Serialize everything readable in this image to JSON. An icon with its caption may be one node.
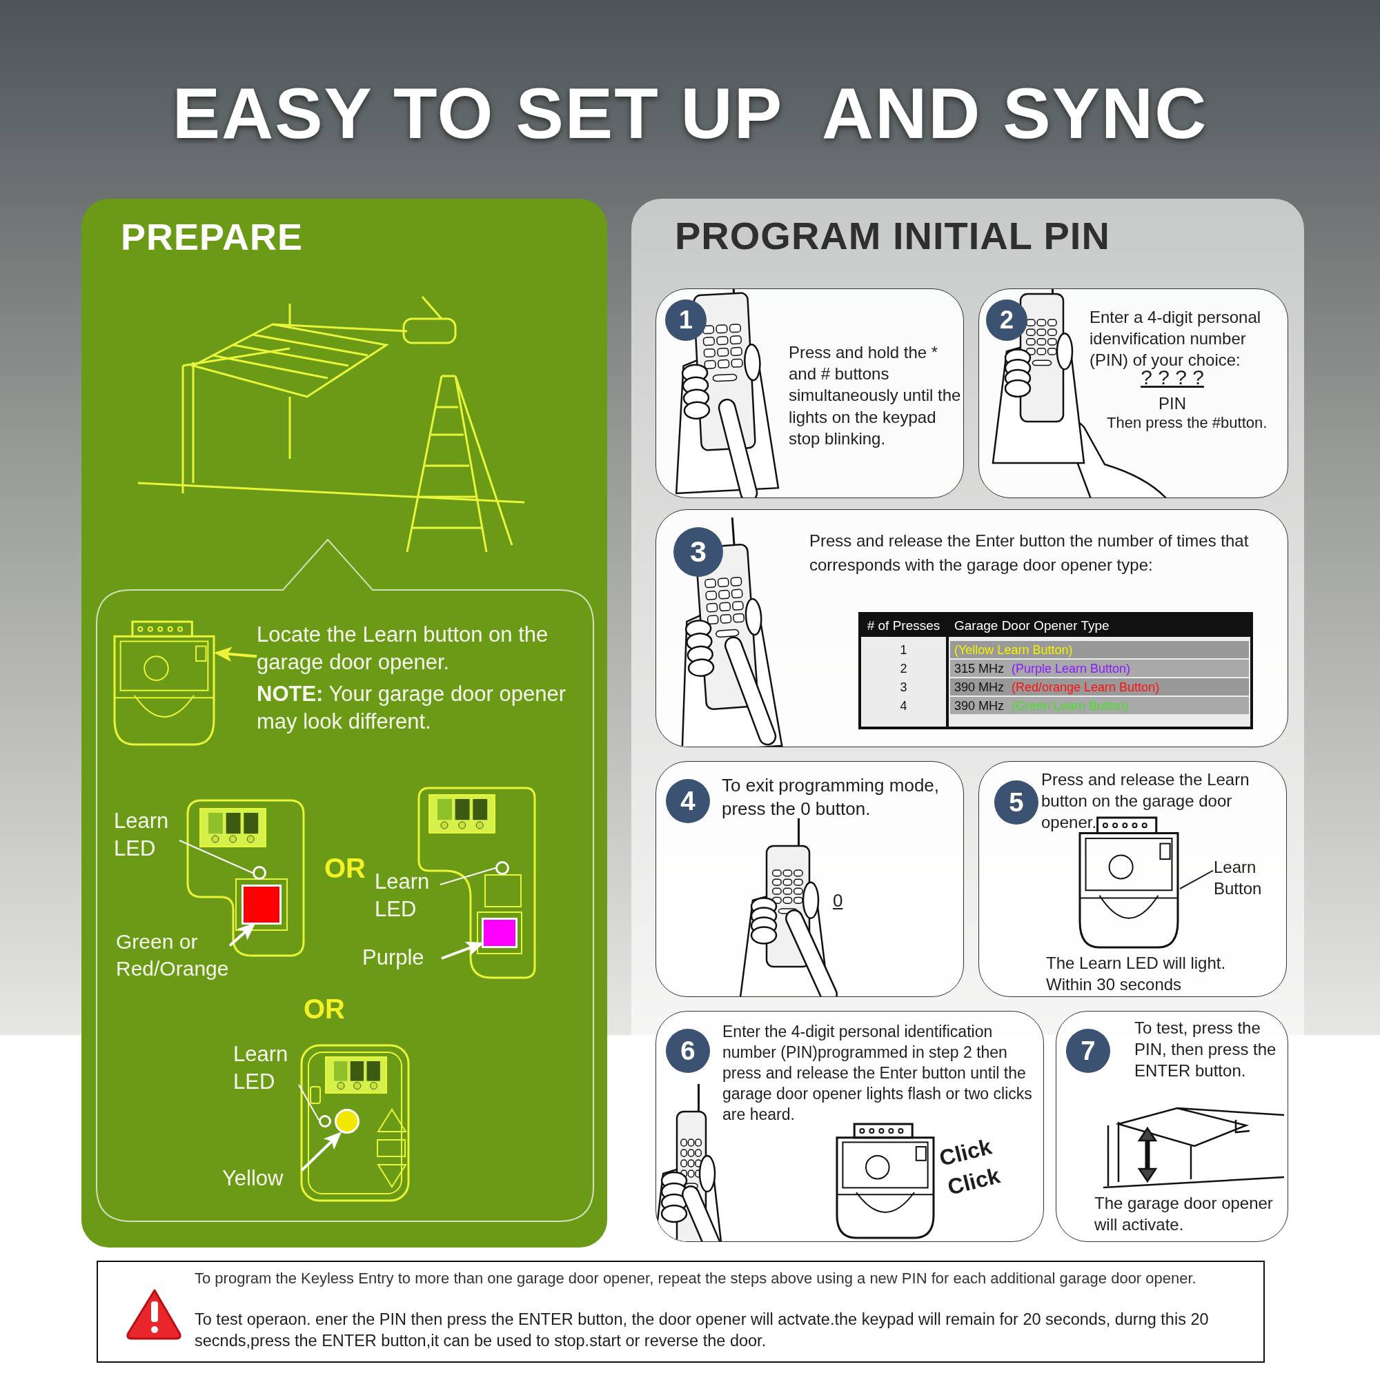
{
  "diagram": {
    "title": "EASY TO SET UP  AND SYNC",
    "nodes": [
      {
        "text": [
          "PREPARE"
        ]
      },
      {
        "text": [],
        "shape": "box",
        "in": 0
      },
      {
        "text": [],
        "shape": "picture",
        "in": 1
      },
      {
        "text": [
          "Locate the Learn button on the garage door opener.",
          "**NOTE:** Your garage door opener may look different."
        ],
        "in": 1
      },
      {
        "text": [
          "Learn LED"
        ],
        "in": 1
      },
      {
        "text": [],
        "shape": "circle",
        "in": 1
      },
      {
        "text": [
          "Green or Red/Orange"
        ],
        "in": 1
      },
      {
        "text": [],
        "shape": "box",
        "in": 1
      },
      {
        "text": [
          "Learn LED"
        ],
        "in": 1
      },
      {
        "text": [],
        "shape": "circle",
        "in": 1
      },
      {
        "text": [
          "Purple"
        ],
        "in": 1
      },
      {
        "text": [],
        "shape": "box",
        "in": 1
      },
      {
        "text": [
          "Learn LED"
        ],
        "in": 1
      },
      {
        "text": [],
        "shape": "circle",
        "in": 1
      },
      {
        "text": [
          "Yellow"
        ],
        "in": 1
      },
      {
        "text": [],
        "shape": "circle",
        "in": 1
      },
      {
        "text": [
          "PROGRAM INITIAL PIN"
        ]
      },
      {
        "text": [
          "1",
          "Press and hold the * and # buttons simultaneously until the lights on the keypad stop blinking."
        ],
        "in": 16
      },
      {
        "text": [
          "2",
          "Enter a 4-digit personal idenvification number (PIN) of your choice:",
          "? ? ? ?",
          "PIN",
          "Then press the #button."
        ],
        "in": 16
      },
      {
        "text": [
          "3",
          "Press and release the Enter button the number of times that corresponds with the garage door opener type:"
        ],
        "in": 16
      },
      {
        "text": [
          "4",
          "To exit programming mode, press the 0 button.",
          "0"
        ],
        "in": 16
      },
      {
        "text": [
          "5",
          "Press and release the Learn button on the garage door opener.",
          "The Learn LED will light. Within 30 seconds"
        ],
        "in": 16
      },
      {
        "text": [
          "Learn Button"
        ],
        "in": 21
      },
      {
        "text": [],
        "shape": "picture",
        "in": 21
      },
      {
        "text": [
          "6",
          "Enter the 4-digit personal identification number (PIN)programmed in step 2 then press and release the Enter button until the garage door opener lights flash or two clicks are heard.",
          "Click",
          "Click"
        ],
        "in": 16
      },
      {
        "text": [
          "7",
          "To test, press the PIN, then press the ENTER button.",
          "The garage door opener will activate."
        ],
        "in": 16
      },
      {
        "text": [
          "To program the Keyless Entry to more than one garage door opener, repeat the steps above using a new PIN for each additional garage door opener.",
          "To test operaon. ener the PIN then press the ENTER button, the door opener will actvate.the keypad will remain for 20 seconds, durng this 20 secnds,press the ENTER button,it can be used to stop.start or reverse the door."
        ]
      }
    ],
    "edges": [
      {
        "from": 3,
        "to": 2,
        "arrow": "to",
        "color": "#eef23a"
      },
      {
        "from": 4,
        "to": 5,
        "arrow": "none"
      },
      {
        "from": 6,
        "to": 7,
        "arrow": "to"
      },
      {
        "from": 8,
        "to": 9,
        "arrow": "none"
      },
      {
        "from": 10,
        "to": 11,
        "arrow": "to"
      },
      {
        "from": 12,
        "to": 13,
        "arrow": "none"
      },
      {
        "from": 14,
        "to": 15,
        "arrow": "to"
      },
      {
        "from": 22,
        "to": 23,
        "arrow": "none",
        "color": "#222222"
      }
    ],
    "labels": [
      "OR",
      "OR",
      "# of Presses",
      "Garage Door Opener Type",
      "1",
      "(Yellow Learn Button)",
      "2",
      "315 MHz",
      "(Purple Learn Button)",
      "3",
      "390 MHz",
      "(Red/orange Learn Button)",
      "4",
      "390 MHz",
      "(Green Learn Button)"
    ]
  }
}
